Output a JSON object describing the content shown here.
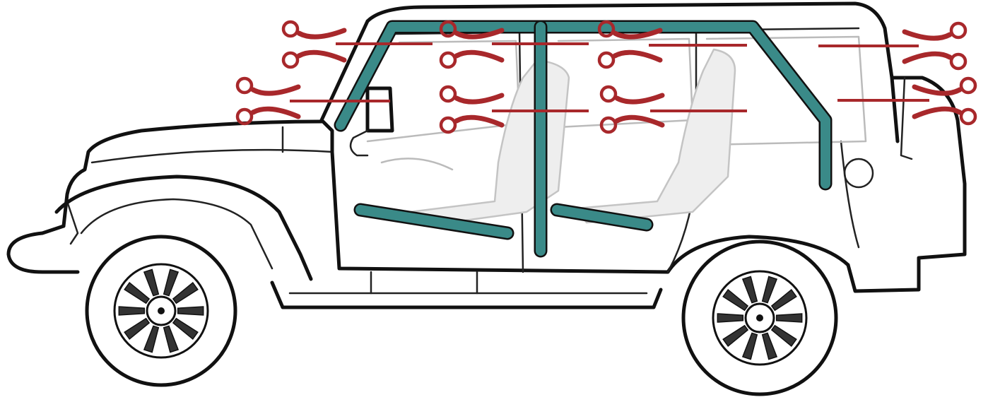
{
  "diagram": {
    "subject": "four-door-jeep-side-view-roll-cage",
    "colors": {
      "roll_cage": "#3a8a88",
      "cut_mark": "#a8282b",
      "outline": "#111111"
    },
    "icons": {
      "cut_marker": "scissors-icon",
      "wheel": "wheel-icon"
    },
    "cut_marks": [
      {
        "id": "cut-a-upper"
      },
      {
        "id": "cut-a-lower"
      },
      {
        "id": "cut-b-front-upper"
      },
      {
        "id": "cut-b-front-lower"
      },
      {
        "id": "cut-b-rear-upper"
      },
      {
        "id": "cut-b-rear-lower"
      },
      {
        "id": "cut-c-upper"
      },
      {
        "id": "cut-c-lower"
      }
    ]
  }
}
